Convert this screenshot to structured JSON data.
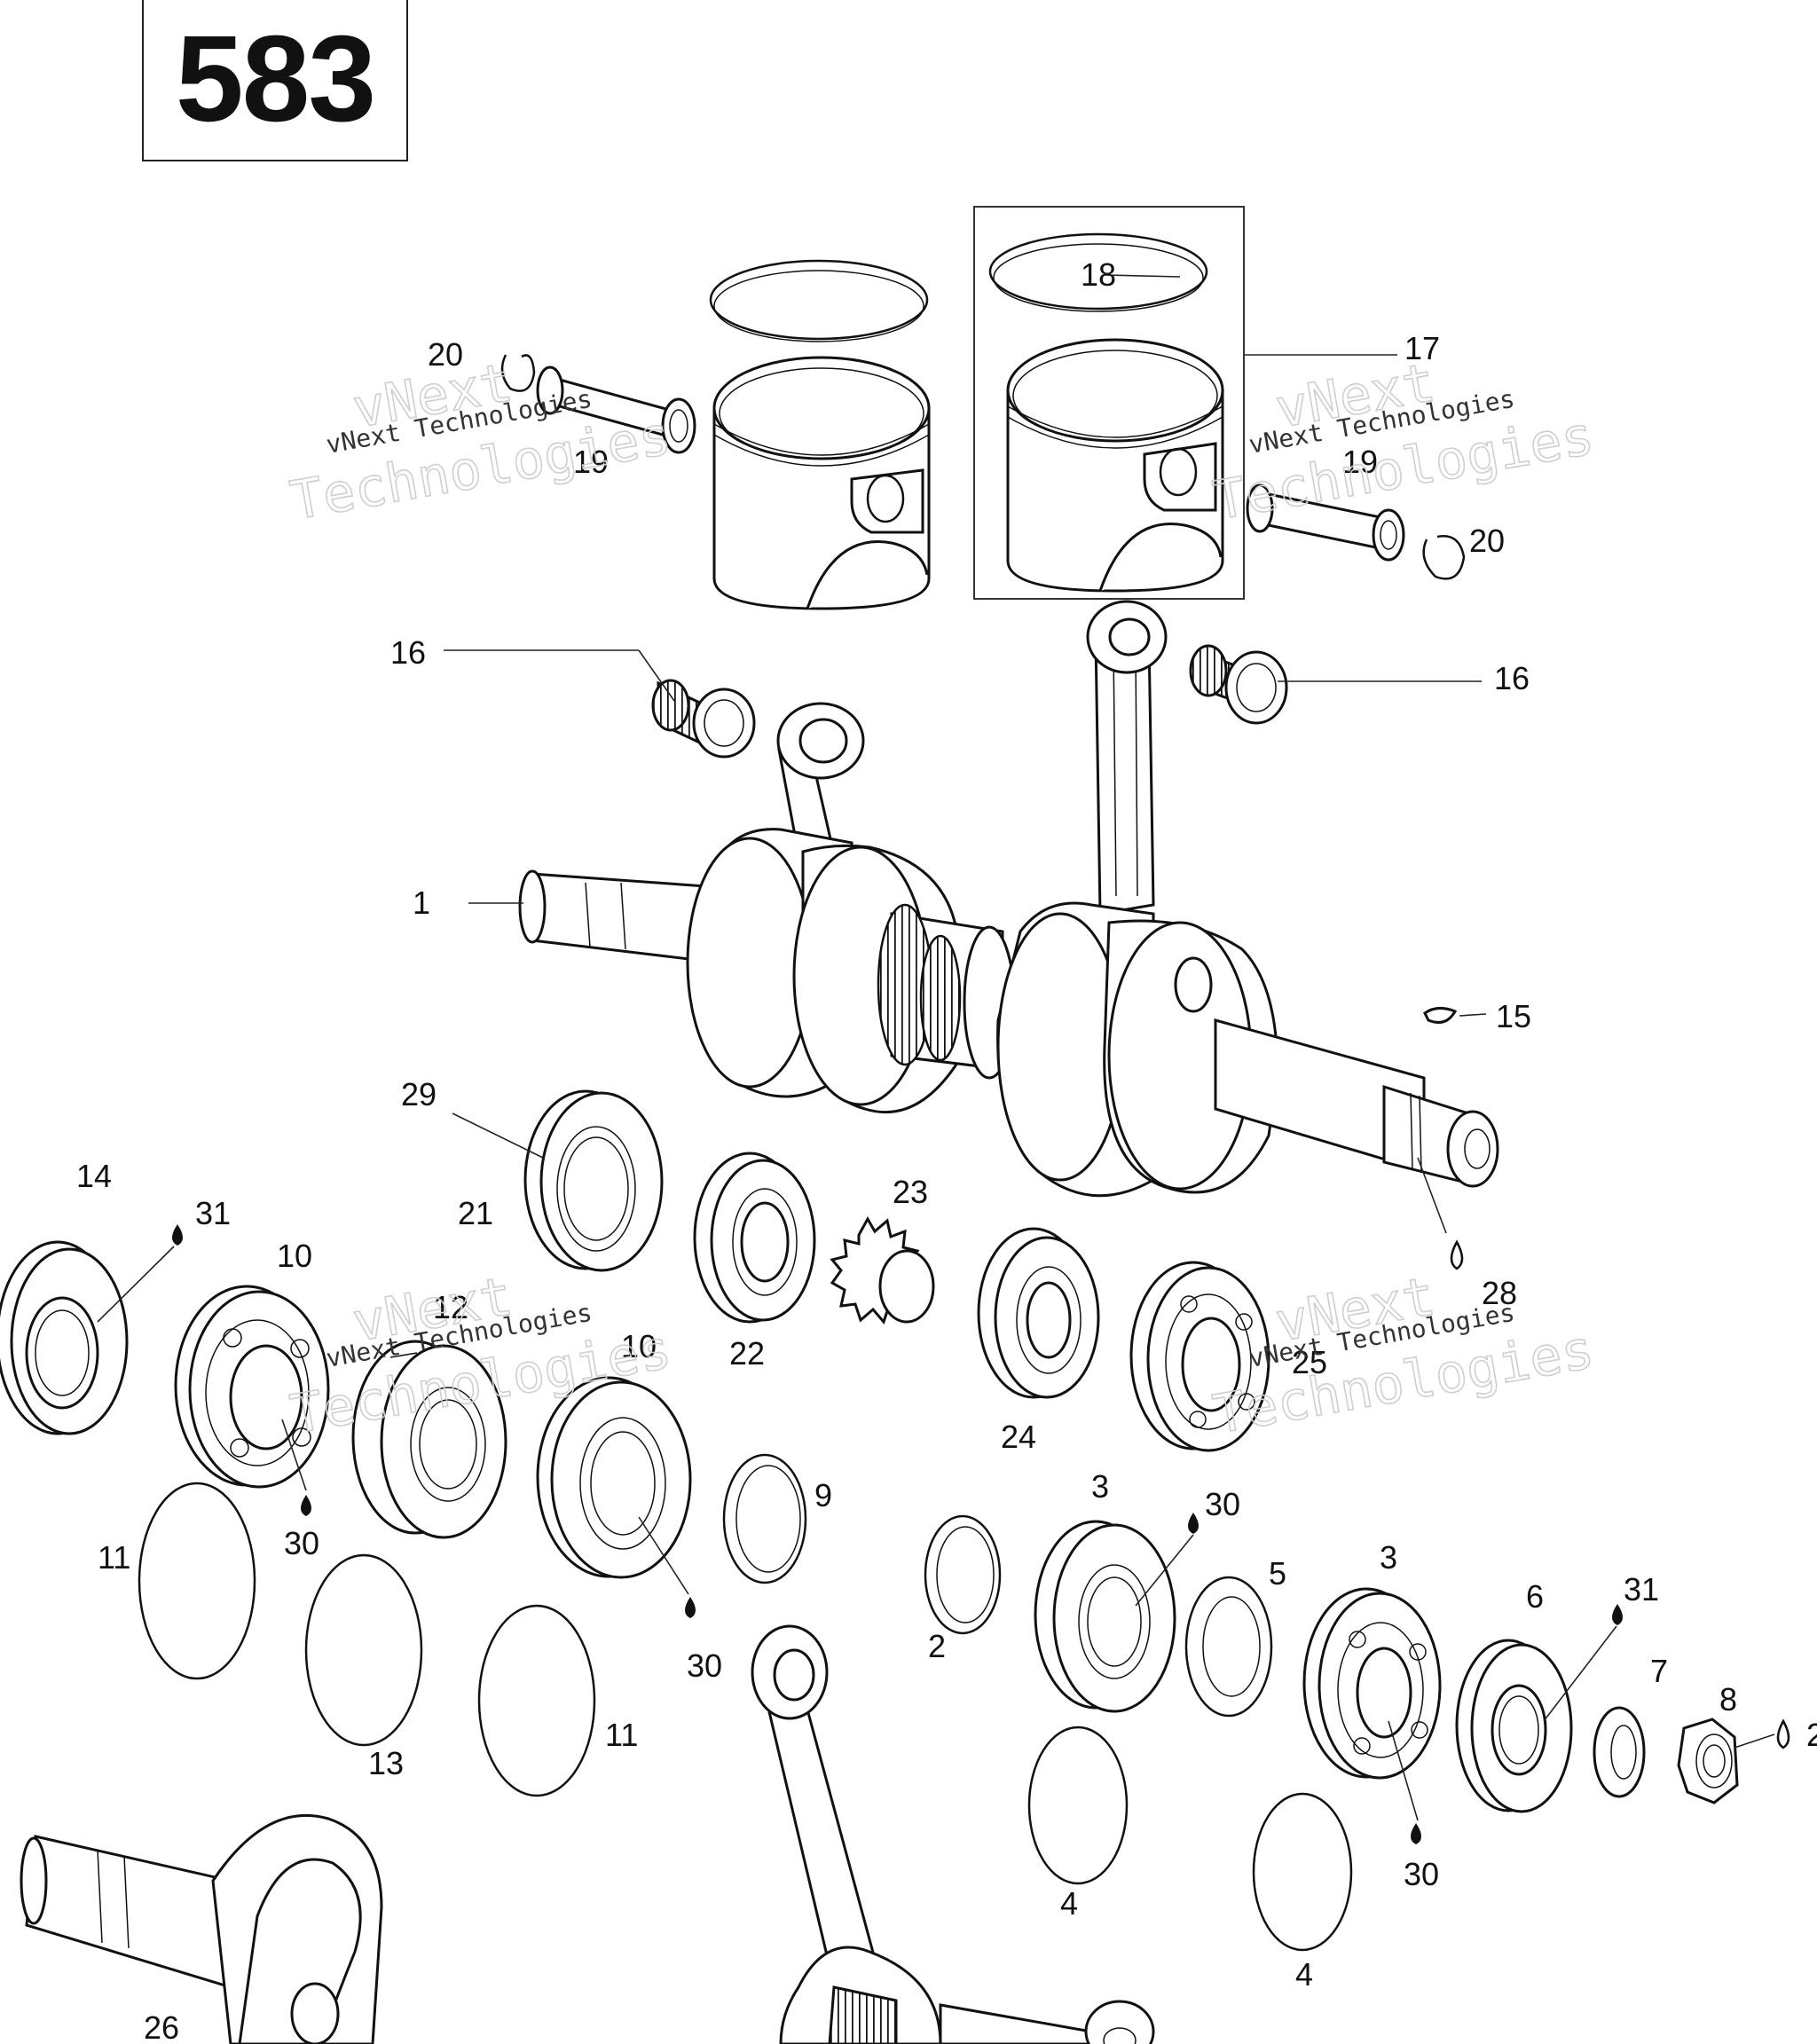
{
  "diagram": {
    "page_number": "583",
    "watermark_line1": "vNext",
    "watermark_line2": "vNext Technologies",
    "watermark_line3": "Technologies"
  },
  "callouts": [
    {
      "id": "c1",
      "text": "1"
    },
    {
      "id": "c2",
      "text": "2"
    },
    {
      "id": "c3a",
      "text": "3"
    },
    {
      "id": "c3b",
      "text": "3"
    },
    {
      "id": "c4a",
      "text": "4"
    },
    {
      "id": "c4b",
      "text": "4"
    },
    {
      "id": "c5",
      "text": "5"
    },
    {
      "id": "c6",
      "text": "6"
    },
    {
      "id": "c7",
      "text": "7"
    },
    {
      "id": "c8",
      "text": "8"
    },
    {
      "id": "c9",
      "text": "9"
    },
    {
      "id": "c10a",
      "text": "10"
    },
    {
      "id": "c10b",
      "text": "10"
    },
    {
      "id": "c11a",
      "text": "11"
    },
    {
      "id": "c11b",
      "text": "11"
    },
    {
      "id": "c12",
      "text": "12"
    },
    {
      "id": "c13",
      "text": "13"
    },
    {
      "id": "c14",
      "text": "14"
    },
    {
      "id": "c15",
      "text": "15"
    },
    {
      "id": "c16a",
      "text": "16"
    },
    {
      "id": "c16b",
      "text": "16"
    },
    {
      "id": "c17",
      "text": "17"
    },
    {
      "id": "c18",
      "text": "18"
    },
    {
      "id": "c19a",
      "text": "19"
    },
    {
      "id": "c19b",
      "text": "19"
    },
    {
      "id": "c20a",
      "text": "20"
    },
    {
      "id": "c20b",
      "text": "20"
    },
    {
      "id": "c21",
      "text": "21"
    },
    {
      "id": "c22",
      "text": "22"
    },
    {
      "id": "c23",
      "text": "23"
    },
    {
      "id": "c24",
      "text": "24"
    },
    {
      "id": "c25",
      "text": "25"
    },
    {
      "id": "c26",
      "text": "26"
    },
    {
      "id": "c27",
      "text": "2"
    },
    {
      "id": "c28",
      "text": "28"
    },
    {
      "id": "c29",
      "text": "29"
    },
    {
      "id": "c30a",
      "text": "30"
    },
    {
      "id": "c30b",
      "text": "30"
    },
    {
      "id": "c30c",
      "text": "30"
    },
    {
      "id": "c30d",
      "text": "30"
    },
    {
      "id": "c31a",
      "text": "31"
    },
    {
      "id": "c31b",
      "text": "31"
    }
  ]
}
